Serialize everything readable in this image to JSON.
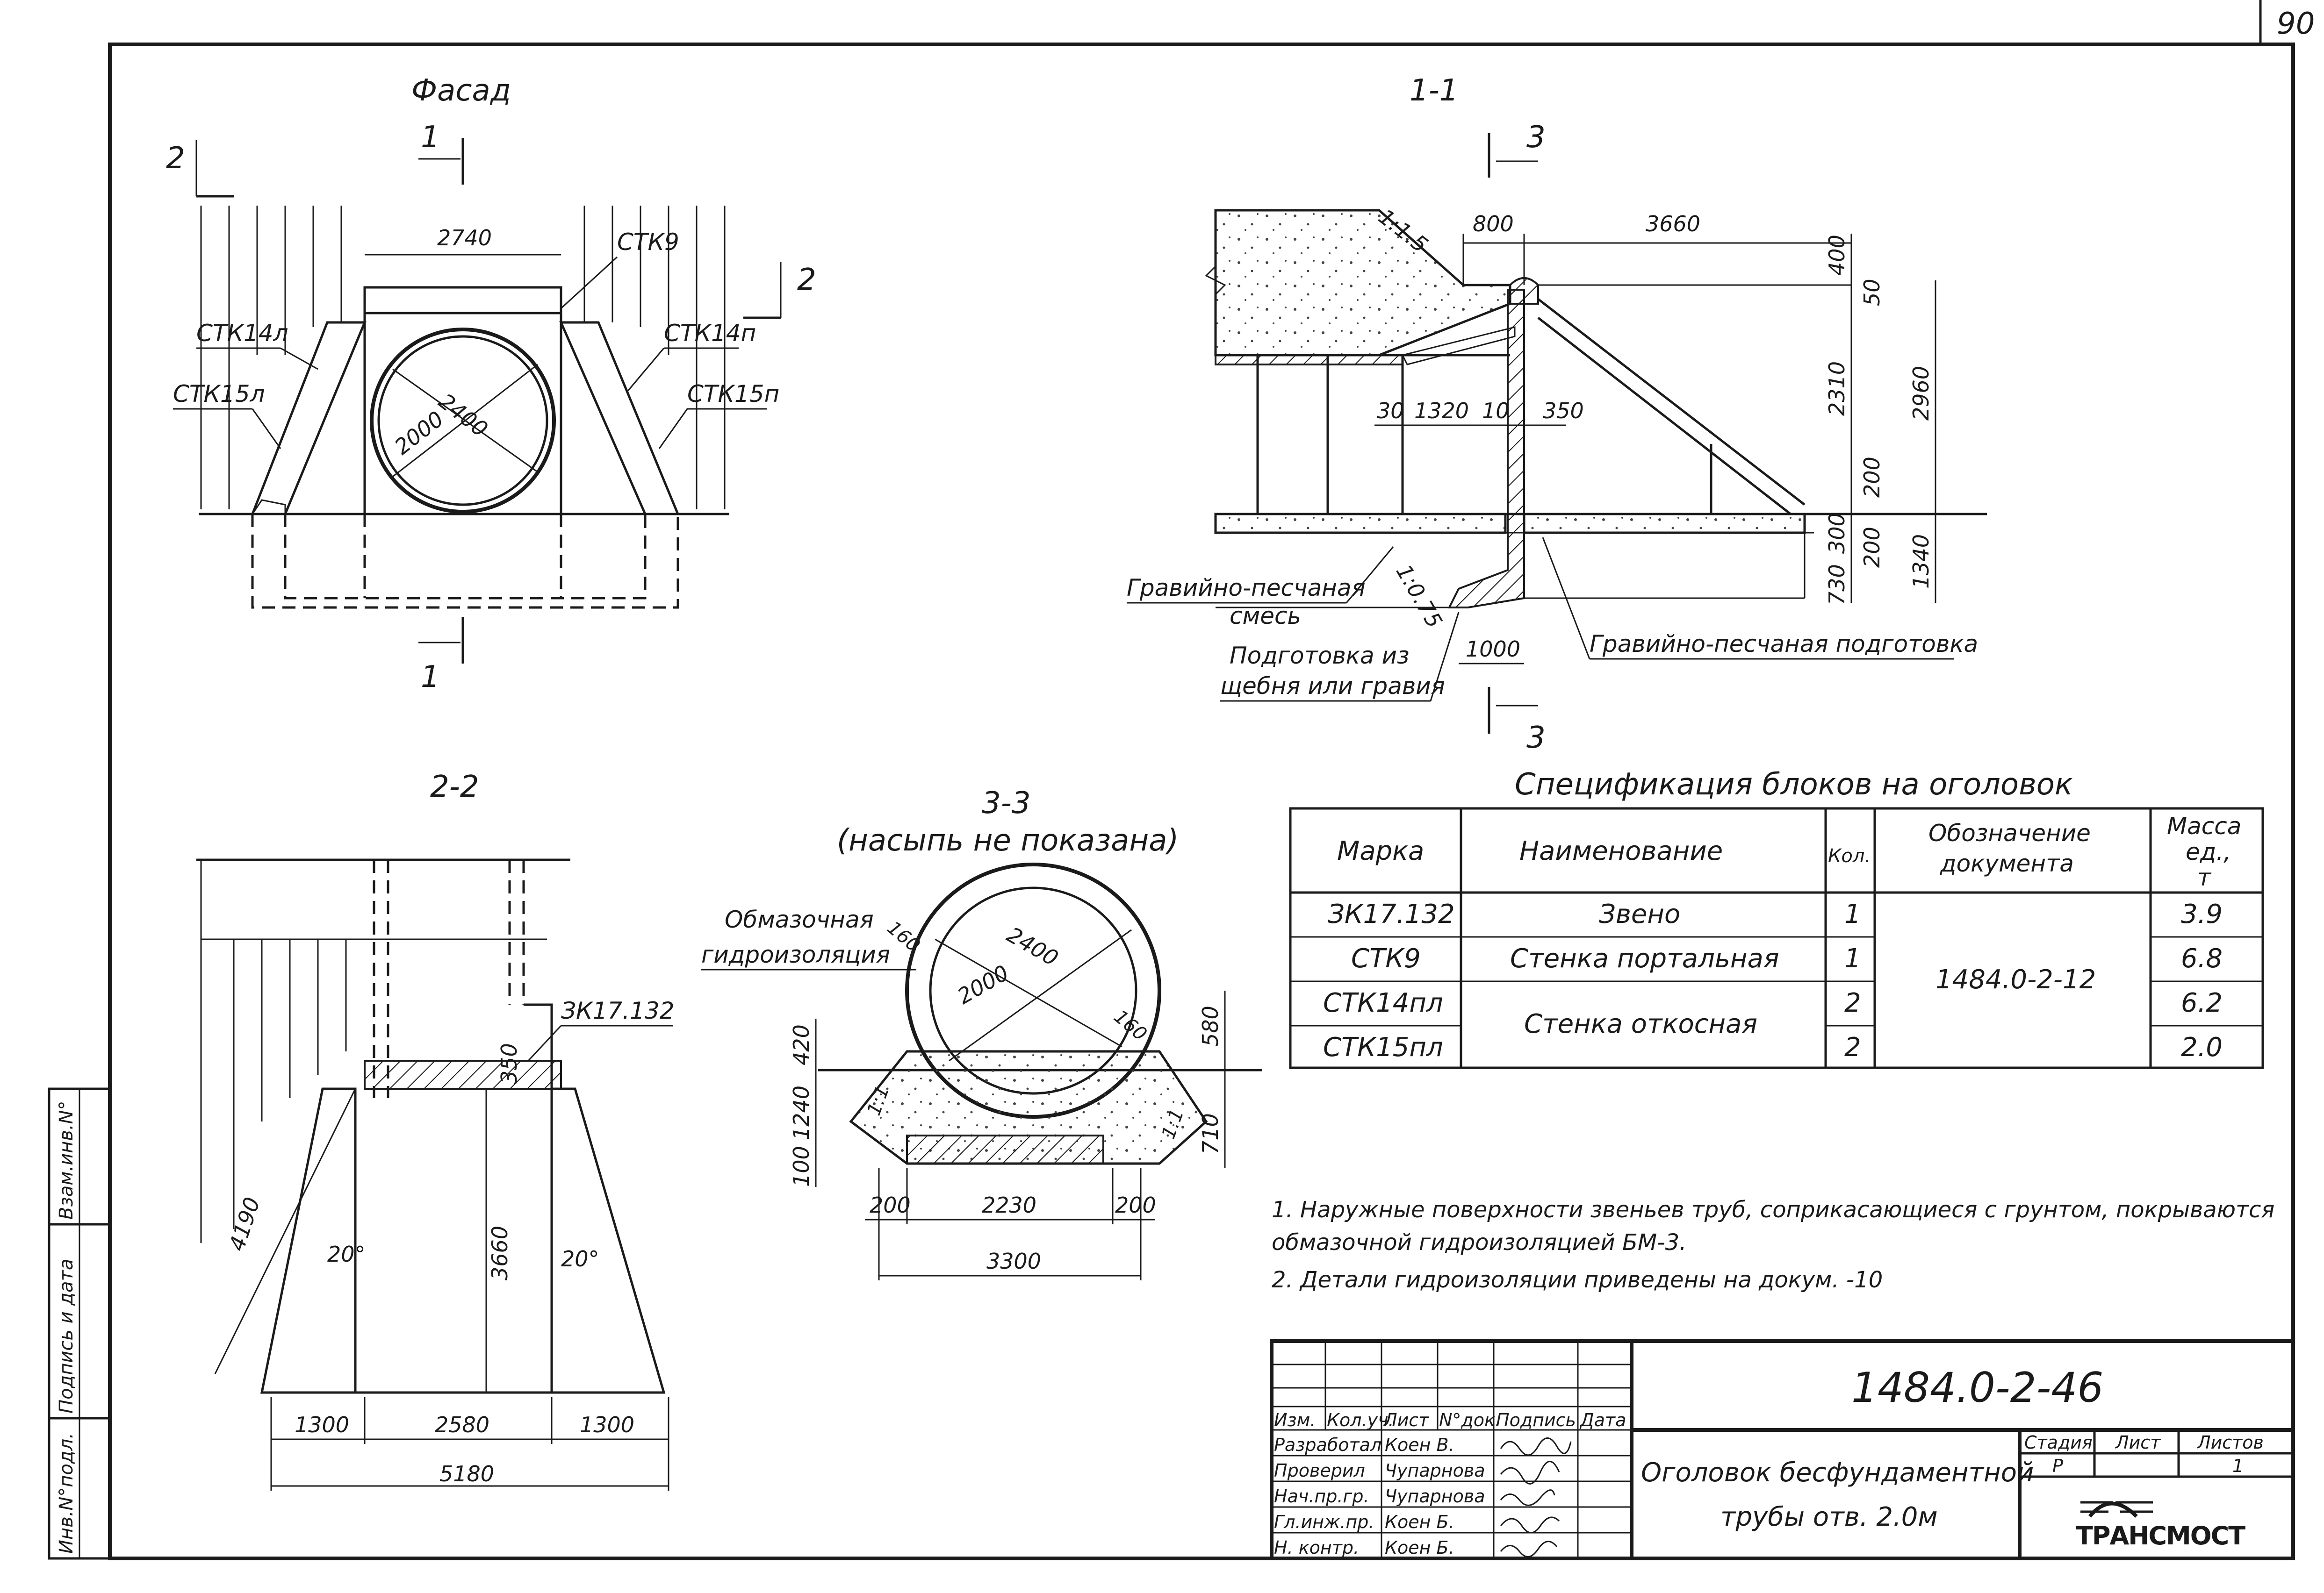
{
  "sheet": {
    "page_number": "90",
    "code": "1484.0-2-46",
    "title_line1": "Оголовок бесфундаментной",
    "title_line2": "трубы отв. 2.0м"
  },
  "views": {
    "facade": {
      "title": "Фасад",
      "section_mark_1": "1",
      "section_mark_2": "2",
      "labels": {
        "stk9": "СТК9",
        "stk14l": "СТК14л",
        "stk14p": "СТК14п",
        "stk15l": "СТК15л",
        "stk15p": "СТК15п"
      },
      "dims": {
        "width": "2740",
        "outer_d": "2400",
        "inner_d": "2000"
      }
    },
    "section_1_1": {
      "title": "1-1",
      "section_mark_3": "3",
      "slope_top": "1:1.5",
      "slope_bottom": "1:0.75",
      "dims": {
        "d800": "800",
        "d3660": "3660",
        "d400": "400",
        "d50": "50",
        "d2310": "2310",
        "d2960": "2960",
        "d200a": "200",
        "d300": "300",
        "d200b": "200",
        "d730": "730",
        "d1340": "1340",
        "d30": "30",
        "d1320": "1320",
        "d10": "10",
        "d350": "350",
        "d1000": "1000"
      },
      "labels": {
        "gravel_mix_1": "Гравийно-песчаная",
        "gravel_mix_2": "смесь",
        "prep_1": "Подготовка из",
        "prep_2": "щебня или гравия",
        "gravel_prep": "Гравийно-песчаная подготовка"
      }
    },
    "section_2_2": {
      "title": "2-2",
      "label_block": "ЗК17.132",
      "dims": {
        "d4190": "4190",
        "d350": "350",
        "d3660": "3660",
        "angle_l": "20°",
        "angle_r": "20°",
        "d1300a": "1300",
        "d2580": "2580",
        "d1300b": "1300",
        "d5180": "5180"
      }
    },
    "section_3_3": {
      "title": "3-3",
      "subtitle": "(насыпь не показана)",
      "label_1": "Обмазочная",
      "label_2": "гидроизоляция",
      "dims": {
        "d160a": "160",
        "d2400": "2400",
        "d2000": "2000",
        "d160b": "160",
        "d580": "580",
        "d420": "420",
        "d1240": "1240",
        "d100": "100",
        "d710": "710",
        "d200a": "200",
        "d2230": "2230",
        "d200b": "200",
        "d3300": "3300",
        "slope_l": "1:1",
        "slope_r": "1:1"
      }
    }
  },
  "spec_table": {
    "title": "Спецификация блоков на оголовок",
    "headers": {
      "mark": "Марка",
      "name": "Наименование",
      "qty": "Кол.",
      "doc_1": "Обозначение",
      "doc_2": "документа",
      "mass_1": "Масса",
      "mass_2": "ед.,",
      "mass_3": "т"
    },
    "rows": [
      {
        "mark": "ЗК17.132",
        "name": "Звено",
        "qty": "1",
        "mass": "3.9"
      },
      {
        "mark": "СТК9",
        "name": "Стенка портальная",
        "qty": "1",
        "mass": "6.8"
      },
      {
        "mark": "СТК14пл",
        "name": "Стенка откосная",
        "qty": "2",
        "mass": "6.2"
      },
      {
        "mark": "СТК15пл",
        "name": "",
        "qty": "2",
        "mass": "2.0"
      }
    ],
    "doc": "1484.0-2-12"
  },
  "notes": {
    "n1_line1": "1. Наружные поверхности звеньев труб, соприкасающиеся с грунтом, покрываются",
    "n1_line2": "обмазочной гидроизоляцией БМ-3.",
    "n2": "2. Детали гидроизоляции приведены на докум. -10"
  },
  "title_block": {
    "cols": {
      "izm": "Изм.",
      "kol": "Кол.уч.",
      "list": "Лист",
      "ndok": "N°док.",
      "podp": "Подпись",
      "data": "Дата"
    },
    "rows": [
      {
        "role": "Разработал",
        "name": "Коен В."
      },
      {
        "role": "Проверил",
        "name": "Чупарнова"
      },
      {
        "role": "Нач.пр.гр.",
        "name": "Чупарнова"
      },
      {
        "role": "Гл.инж.пр.",
        "name": "Коен Б."
      },
      {
        "role": "Н. контр.",
        "name": "Коен Б."
      }
    ],
    "stage_hdr": "Стадия",
    "list_hdr": "Лист",
    "sheets_hdr": "Листов",
    "stage": "Р",
    "sheets": "1",
    "logo_text": "ТРАНСМОСТ"
  },
  "side_stamp": {
    "inv_pod": "Инв.N°подл.",
    "sign_date": "Подпись и дата",
    "vzam": "Взам.инв.N°"
  }
}
